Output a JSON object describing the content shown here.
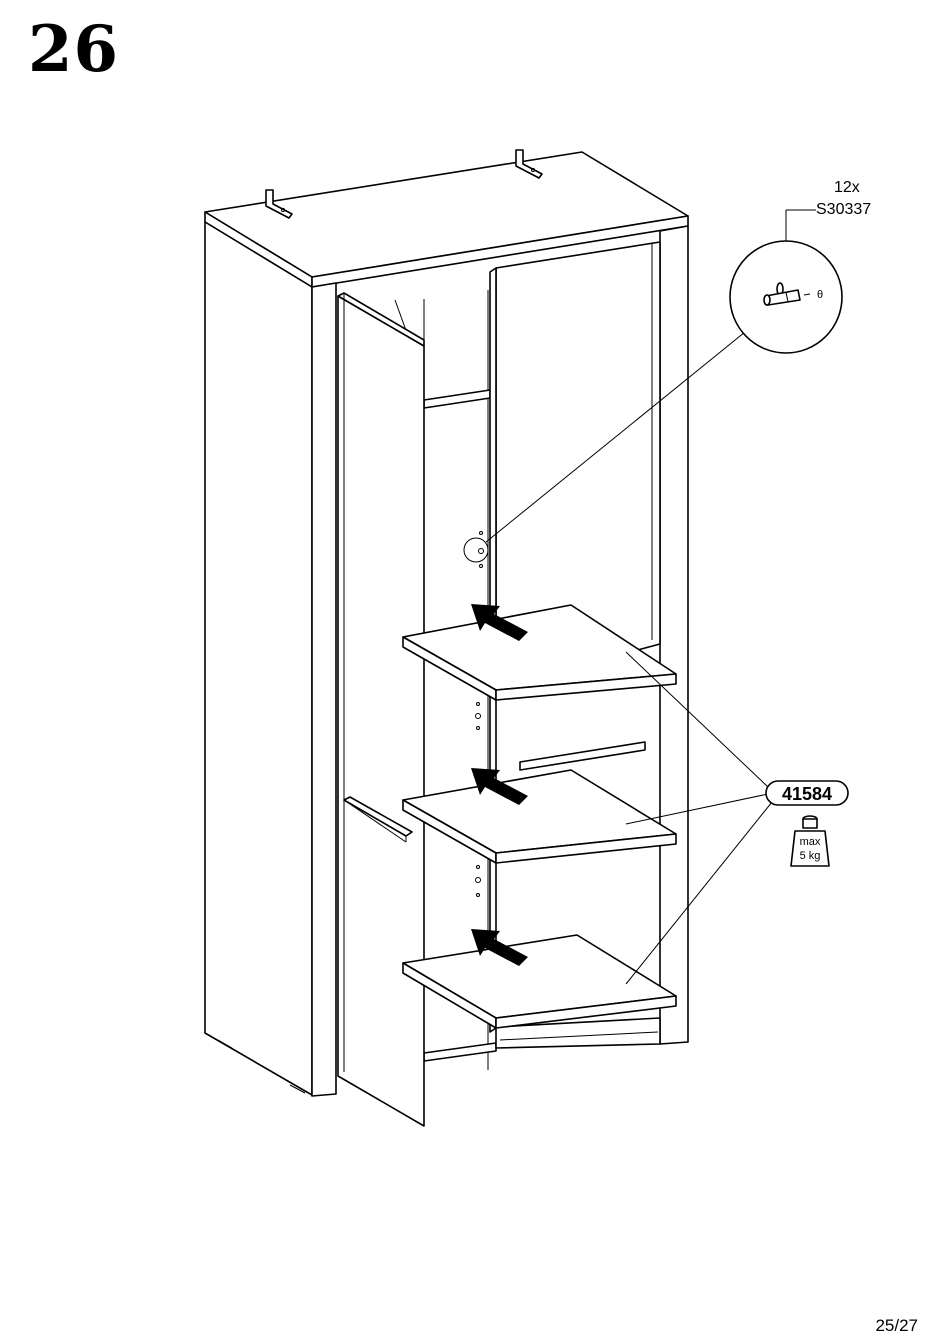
{
  "step": {
    "number": "26"
  },
  "hardware": {
    "quantity": "12x",
    "part_code": "S30337"
  },
  "shelf": {
    "part_code": "41584"
  },
  "weight_limit": {
    "line1": "max",
    "line2": "5 kg"
  },
  "footer": {
    "page": "25/27"
  },
  "icons": [
    "shelf-pin-icon",
    "push-arrow-icon",
    "weight-icon"
  ]
}
